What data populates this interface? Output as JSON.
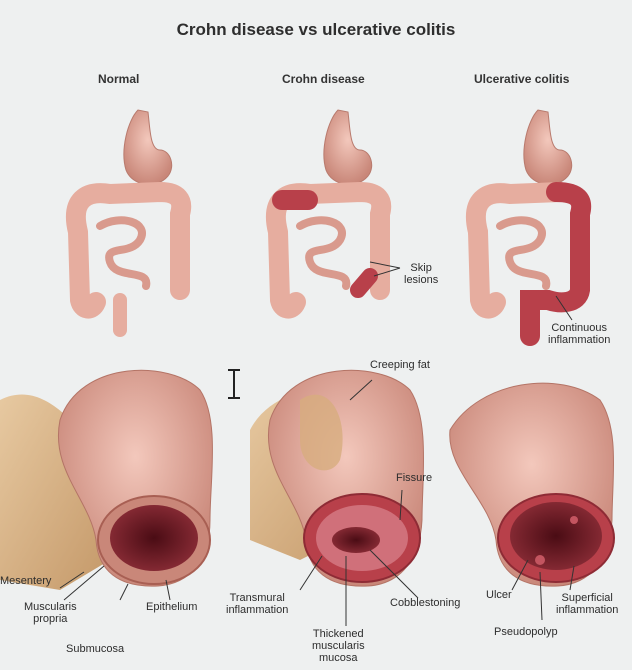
{
  "title": "Crohn disease vs ulcerative colitis",
  "columns": {
    "normal": "Normal",
    "crohn": "Crohn disease",
    "uc": "Ulcerative colitis"
  },
  "labels": {
    "skip_lesions": [
      "Skip",
      "lesions"
    ],
    "continuous_inflammation": [
      "Continuous",
      "inflammation"
    ],
    "creeping_fat": "Creeping fat",
    "fissure": "Fissure",
    "mesentery": "Mesentery",
    "muscularis_propria": [
      "Muscularis",
      "propria"
    ],
    "epithelium": "Epithelium",
    "submucosa": "Submucosa",
    "transmural_inflammation": [
      "Transmural",
      "inflammation"
    ],
    "cobblestoning": "Cobblestoning",
    "thickened_muscularis_mucosa": [
      "Thickened",
      "muscularis",
      "mucosa"
    ],
    "ulcer": "Ulcer",
    "superficial_inflammation": [
      "Superficial",
      "inflammation"
    ],
    "pseudopolyp": "Pseudopolyp"
  },
  "colors": {
    "background": "#eef0f0",
    "tissue": "#e9b2a5",
    "tissue_dark": "#cf8c80",
    "inflamed": "#b8404a",
    "fat": "#d8b48a",
    "lumen": "#7a1f28"
  },
  "icons": [
    "text-cursor-icon"
  ]
}
